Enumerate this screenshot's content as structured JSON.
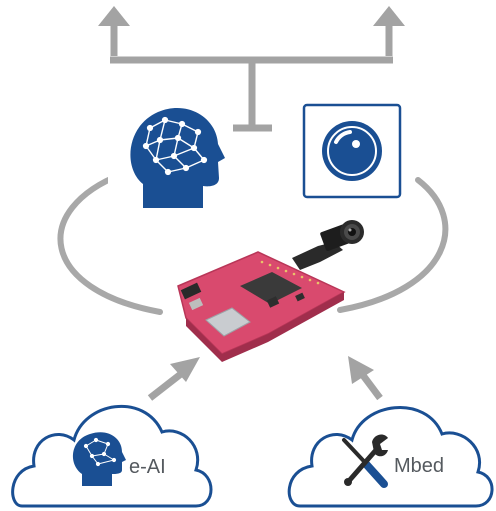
{
  "colors": {
    "arrow_gray": "#a3a3a3",
    "brand_blue": "#1a4f93",
    "board_pink": "#d94a6e",
    "background": "#ffffff"
  },
  "icons": {
    "top_left": "ai-brain-network-icon",
    "top_right": "camera-lens-icon",
    "center": "development-board-with-camera",
    "cloud_left_icon": "ai-brain-network-icon",
    "cloud_right_icon": "wrench-screwdriver-icon"
  },
  "clouds": {
    "left": {
      "label": "e-AI"
    },
    "right": {
      "label": "Mbed"
    }
  }
}
